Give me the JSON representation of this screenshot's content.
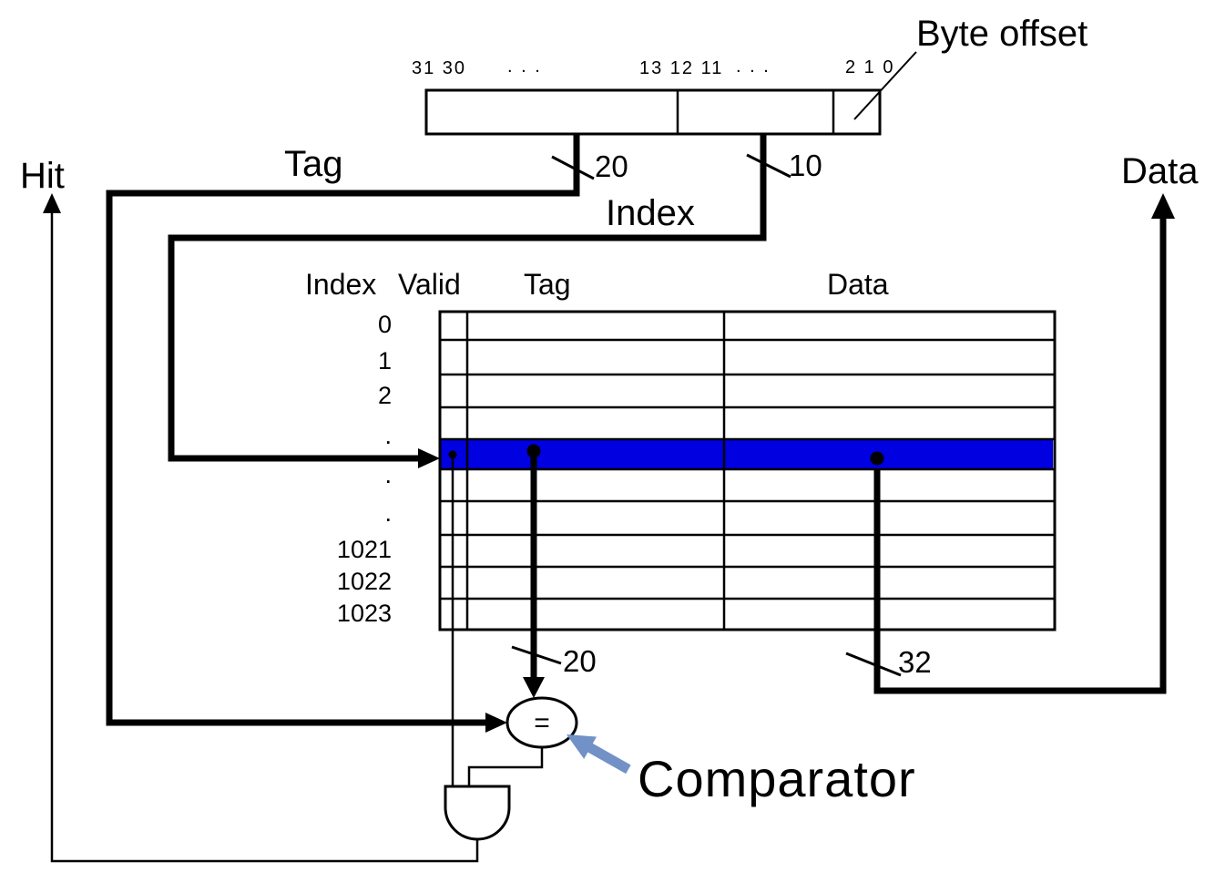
{
  "colors": {
    "row_highlight": "#0000e0",
    "valid_header": "#2121dd",
    "annotation_arrow": "#7191c7",
    "line": "#000000"
  },
  "address": {
    "bit_groups": [
      "31 30",
      ". . .",
      "13 12 11",
      ". . .",
      "2 1 0"
    ],
    "byte_offset_label": "Byte offset",
    "tag_field_width": "20",
    "index_field_width": "10"
  },
  "signals": {
    "hit": "Hit",
    "tag": "Tag",
    "index": "Index",
    "data_out": "Data"
  },
  "cache_table": {
    "headers": {
      "index": "Index",
      "valid": "Valid",
      "tag": "Tag",
      "data": "Data"
    },
    "row_labels": [
      "0",
      "1",
      "2",
      ".",
      "",
      ".",
      ".",
      "1021",
      "1022",
      "1023"
    ]
  },
  "buses": {
    "tag_bus_width": "20",
    "data_bus_width": "32"
  },
  "comparator": {
    "label": "Comparator",
    "symbol": "="
  }
}
